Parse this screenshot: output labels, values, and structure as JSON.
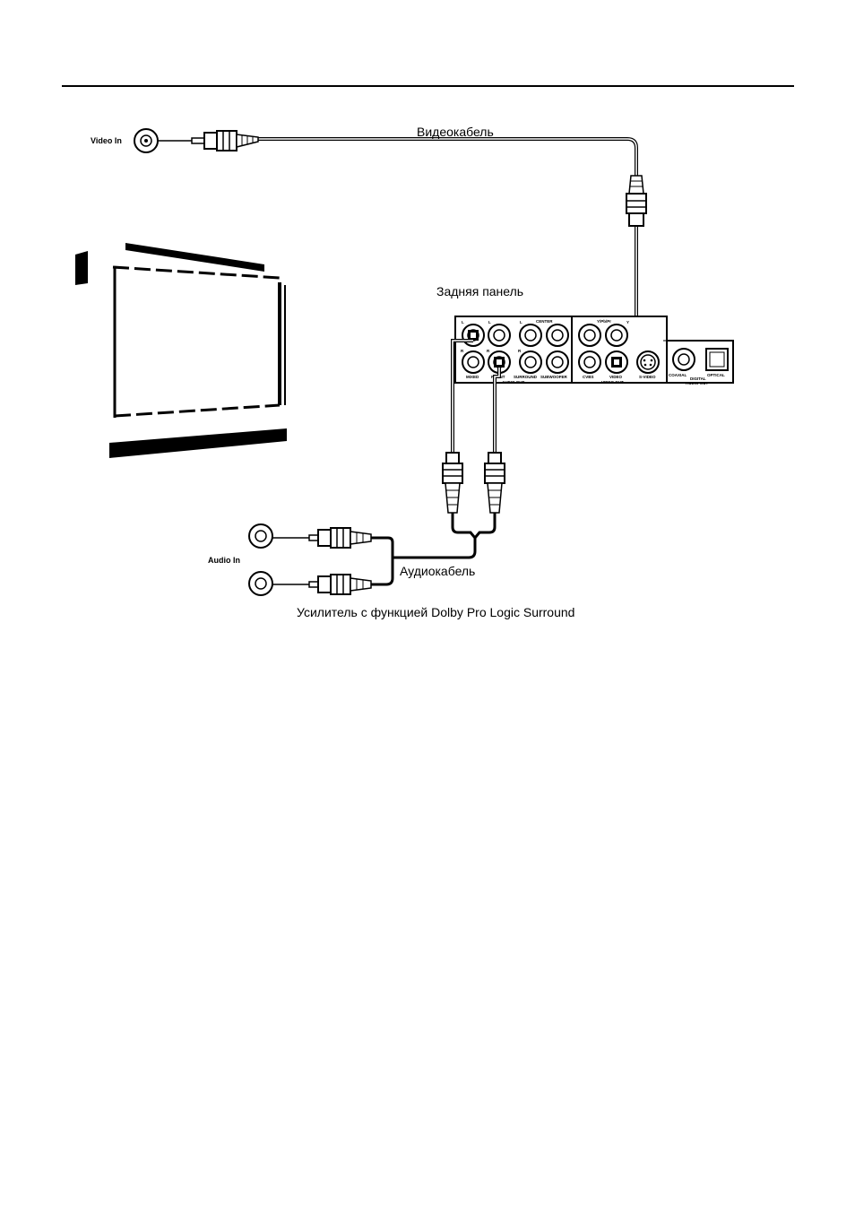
{
  "labels": {
    "video_cable": "Видеокабель",
    "video_in": "Video In",
    "rear_panel": "Задняя панель",
    "audio_in": "Audio In",
    "audio_cable": "Аудиокабель",
    "amplifier": "Усилитель с функцией Dolby Pro Logic Surround"
  },
  "panel_labels": {
    "l1": "L",
    "l2": "L",
    "l3": "L",
    "center": "CENTER",
    "ypbpr": "Y/Pb/Pr",
    "y": "Y",
    "r1": "R",
    "r2": "R",
    "r3": "R",
    "mixed": "MIXED",
    "front": "FRONT",
    "surround": "SURROUND",
    "subwoofer": "SUBWOOFER",
    "audio_out": "AUDIO OUT",
    "cvbs": "CVBS",
    "video": "VIDEO",
    "video_out": "VIDEO OUT",
    "s_video": "S-VIDEO",
    "coaxial": "COAXIAL",
    "optical": "OPTICAL",
    "digital": "DIGITAL",
    "digital_audio_out": "AUDIO OUT"
  }
}
